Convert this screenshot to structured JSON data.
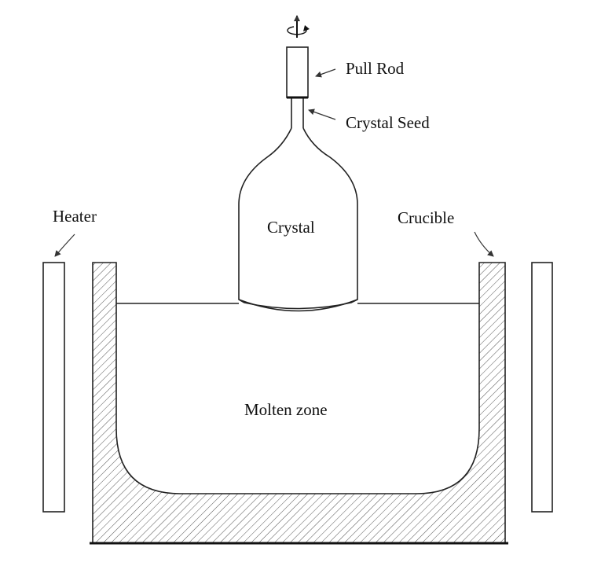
{
  "labels": {
    "pull_rod": "Pull Rod",
    "crystal_seed": "Crystal Seed",
    "heater": "Heater",
    "crucible": "Crucible",
    "crystal": "Crystal",
    "molten_zone": "Molten zone"
  }
}
